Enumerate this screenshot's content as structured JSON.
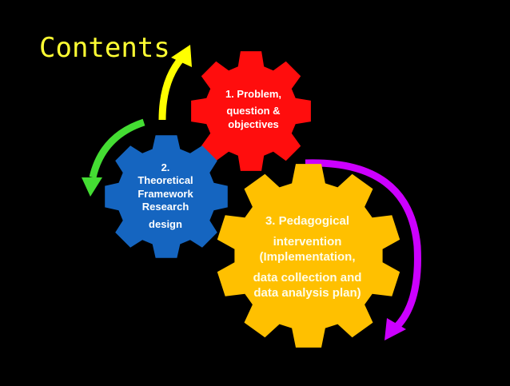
{
  "slide": {
    "title": "Contents",
    "gears": [
      {
        "color": "#ff0d0d",
        "lines": [
          "1. Problem,",
          "question &",
          "objectives"
        ]
      },
      {
        "color": "#1565c0",
        "lines": [
          "2.",
          "Theoretical",
          "Framework",
          "Research",
          "design"
        ]
      },
      {
        "color": "#ffc000",
        "lines": [
          "3. Pedagogical",
          "intervention",
          "(Implementation,",
          "data collection and",
          "data analysis plan)"
        ]
      }
    ],
    "arrows": [
      {
        "name": "yellow-arrow",
        "color": "#ffff00"
      },
      {
        "name": "green-arrow",
        "color": "#44dd33"
      },
      {
        "name": "purple-arrow",
        "color": "#cc00ff"
      }
    ]
  }
}
